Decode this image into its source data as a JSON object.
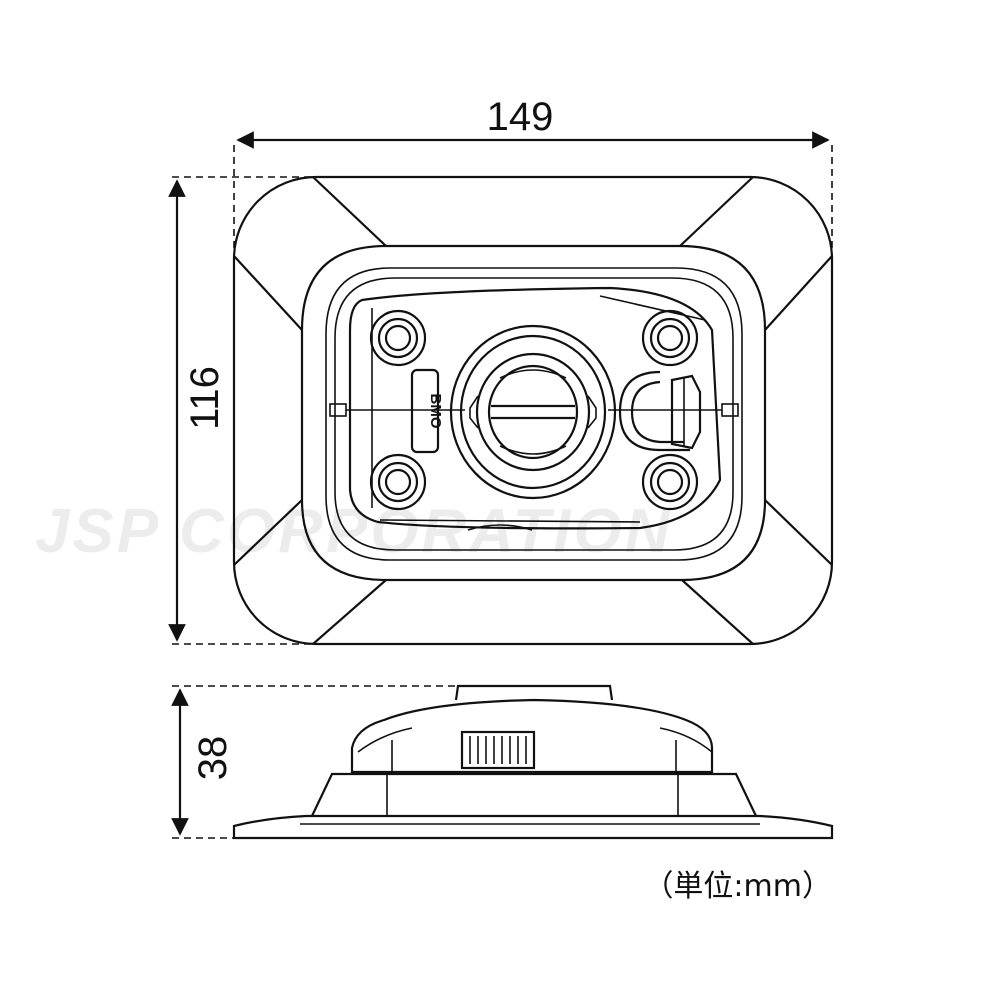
{
  "dimensions": {
    "width": "149",
    "depth": "116",
    "height": "38"
  },
  "unit_note": "（単位:mm）",
  "logo_mark": "BMO",
  "watermark": "JSP CORPORATION"
}
